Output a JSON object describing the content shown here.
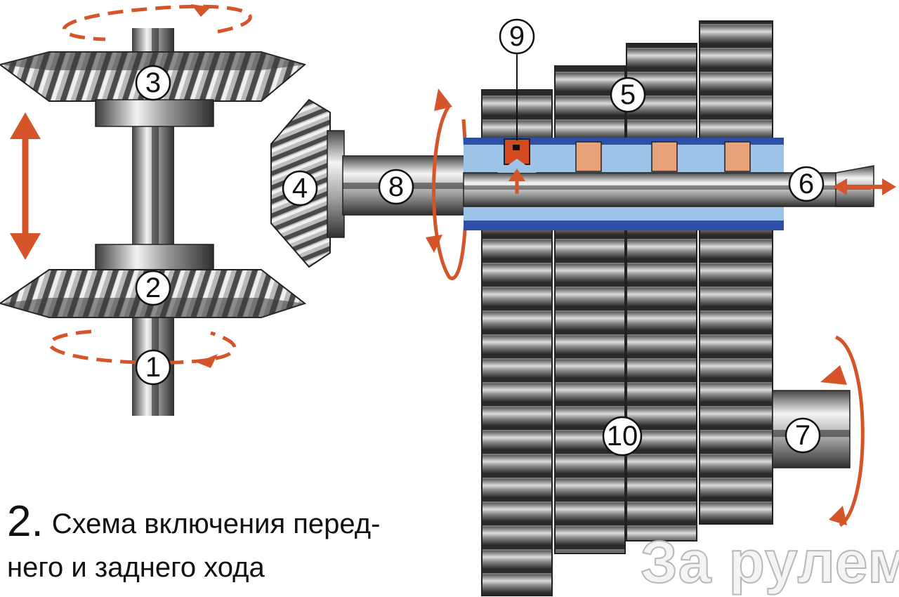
{
  "diagram": {
    "markers": [
      "1",
      "2",
      "3",
      "4",
      "5",
      "6",
      "7",
      "8",
      "9",
      "10"
    ]
  },
  "caption": {
    "number": "2.",
    "line1": "Схема включения перед-",
    "line2": "него и заднего хода"
  },
  "watermark": "За рулем",
  "colors": {
    "arrow": "#d5542a",
    "blue_sleeve": "#9ec3e8",
    "blue_dark": "#2e4fa8",
    "pin_active": "#d24a1e",
    "pin_idle": "#e8a27a",
    "steel": "#8a8a8a"
  }
}
